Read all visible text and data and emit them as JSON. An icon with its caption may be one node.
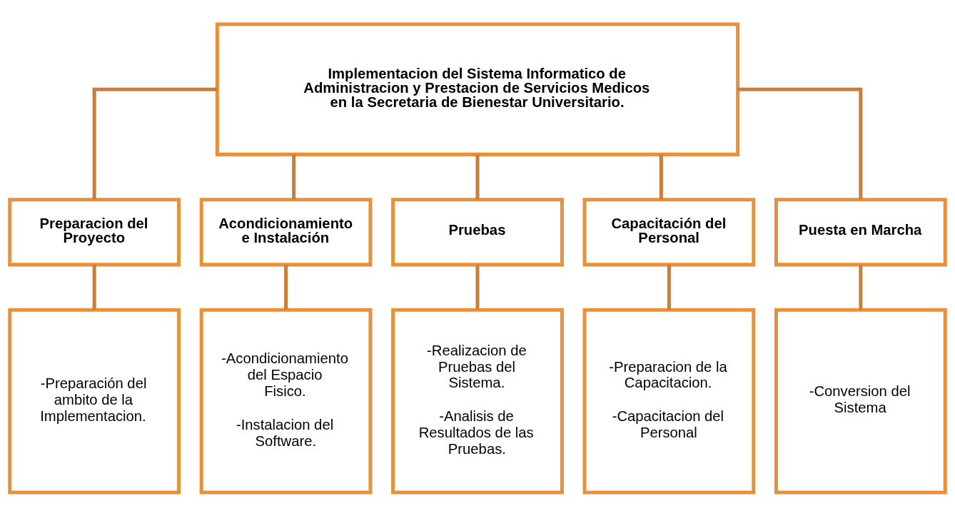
{
  "diagram": {
    "nodes": [
      {
        "text": [
          "Implementacion del Sistema Informatico de Administracion y Prestacion de Servicios Medicos en la Secretaria de Bienestar Universitario."
        ]
      },
      {
        "text": [
          "Preparacion del Proyecto"
        ]
      },
      {
        "text": [
          "Acondicionamiento e Instalación"
        ]
      },
      {
        "text": [
          "Pruebas"
        ]
      },
      {
        "text": [
          "Capacitación del Personal"
        ]
      },
      {
        "text": [
          "Puesta en Marcha"
        ]
      },
      {
        "text": [
          "-Preparación del ambito de la Implementacion."
        ]
      },
      {
        "text": [
          "-Acondicionamiento del Espacio Fisico.",
          "-Instalacion del Software."
        ]
      },
      {
        "text": [
          "-Realizacion de Pruebas del Sistema.",
          "-Analisis de Resultados de las Pruebas."
        ]
      },
      {
        "text": [
          "-Preparacion de la Capacitacion.",
          "-Capacitacion del Personal"
        ]
      },
      {
        "text": [
          "-Conversion del Sistema"
        ]
      }
    ],
    "edges": [
      {
        "from": 0,
        "to": 1,
        "arrow": "none"
      },
      {
        "from": 0,
        "to": 2,
        "arrow": "none"
      },
      {
        "from": 0,
        "to": 3,
        "arrow": "none"
      },
      {
        "from": 0,
        "to": 4,
        "arrow": "none"
      },
      {
        "from": 0,
        "to": 5,
        "arrow": "none"
      },
      {
        "from": 1,
        "to": 6,
        "arrow": "none"
      },
      {
        "from": 2,
        "to": 7,
        "arrow": "none"
      },
      {
        "from": 3,
        "to": 8,
        "arrow": "none"
      },
      {
        "from": 4,
        "to": 9,
        "arrow": "none"
      },
      {
        "from": 5,
        "to": 10,
        "arrow": "none"
      }
    ]
  }
}
